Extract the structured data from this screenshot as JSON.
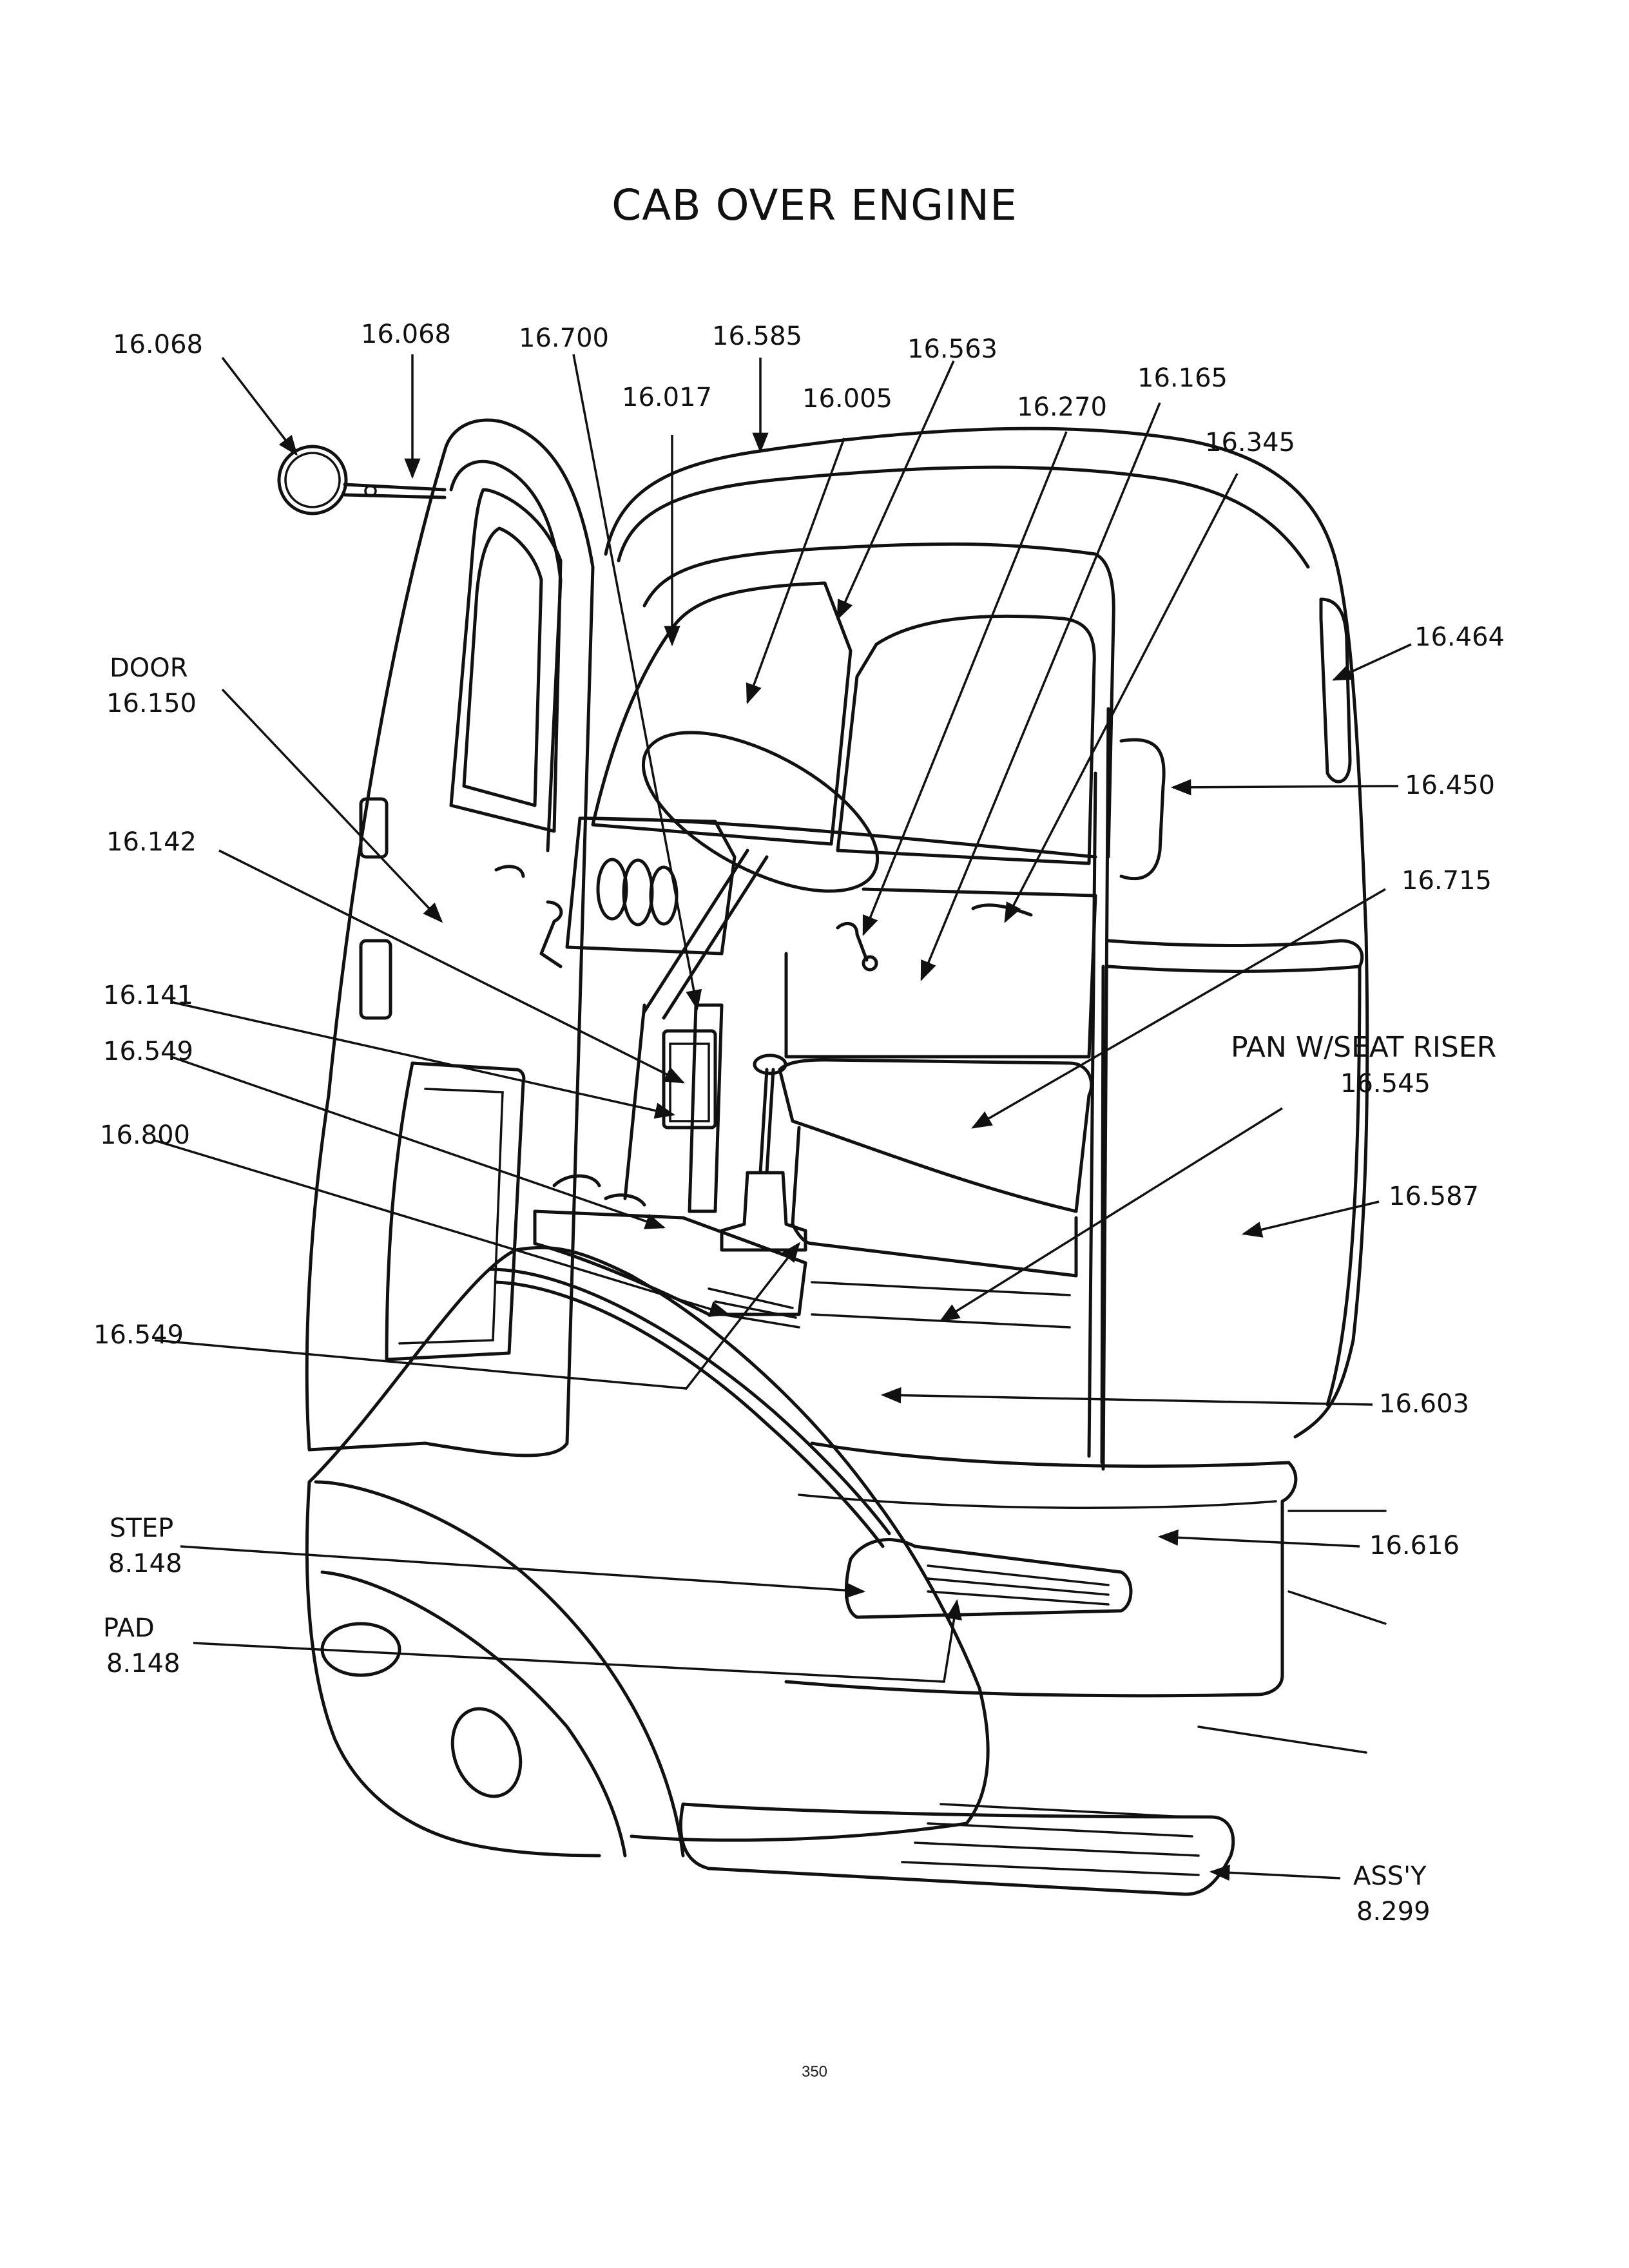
{
  "title": "CAB OVER ENGINE",
  "page_number": "350",
  "callouts": [
    {
      "id": "mirror-left",
      "text": "16.068"
    },
    {
      "id": "mirror-arm",
      "text": "16.068"
    },
    {
      "id": "c16700",
      "text": "16.700"
    },
    {
      "id": "c16585",
      "text": "16.585"
    },
    {
      "id": "c16563",
      "text": "16.563"
    },
    {
      "id": "c16017",
      "text": "16.017"
    },
    {
      "id": "c16005",
      "text": "16.005"
    },
    {
      "id": "c16270",
      "text": "16.270"
    },
    {
      "id": "c16165",
      "text": "16.165"
    },
    {
      "id": "c16345",
      "text": "16.345"
    },
    {
      "id": "c16464",
      "text": "16.464"
    },
    {
      "id": "door-title",
      "text": "DOOR"
    },
    {
      "id": "door-num",
      "text": "16.150"
    },
    {
      "id": "c16450",
      "text": "16.450"
    },
    {
      "id": "c16142",
      "text": "16.142"
    },
    {
      "id": "c16715",
      "text": "16.715"
    },
    {
      "id": "c16141",
      "text": "16.141"
    },
    {
      "id": "pan-title",
      "text": "PAN W/SEAT RISER"
    },
    {
      "id": "pan-num",
      "text": "16.545"
    },
    {
      "id": "c16549a",
      "text": "16.549"
    },
    {
      "id": "c16800",
      "text": "16.800"
    },
    {
      "id": "c16587",
      "text": "16.587"
    },
    {
      "id": "c16549b",
      "text": "16.549"
    },
    {
      "id": "c16603",
      "text": "16.603"
    },
    {
      "id": "step-title",
      "text": "STEP"
    },
    {
      "id": "step-num",
      "text": "8.148"
    },
    {
      "id": "c16616",
      "text": "16.616"
    },
    {
      "id": "pad-title",
      "text": "PAD"
    },
    {
      "id": "pad-num",
      "text": "8.148"
    },
    {
      "id": "assy-title",
      "text": "ASS'Y"
    },
    {
      "id": "assy-num",
      "text": "8.299"
    }
  ]
}
